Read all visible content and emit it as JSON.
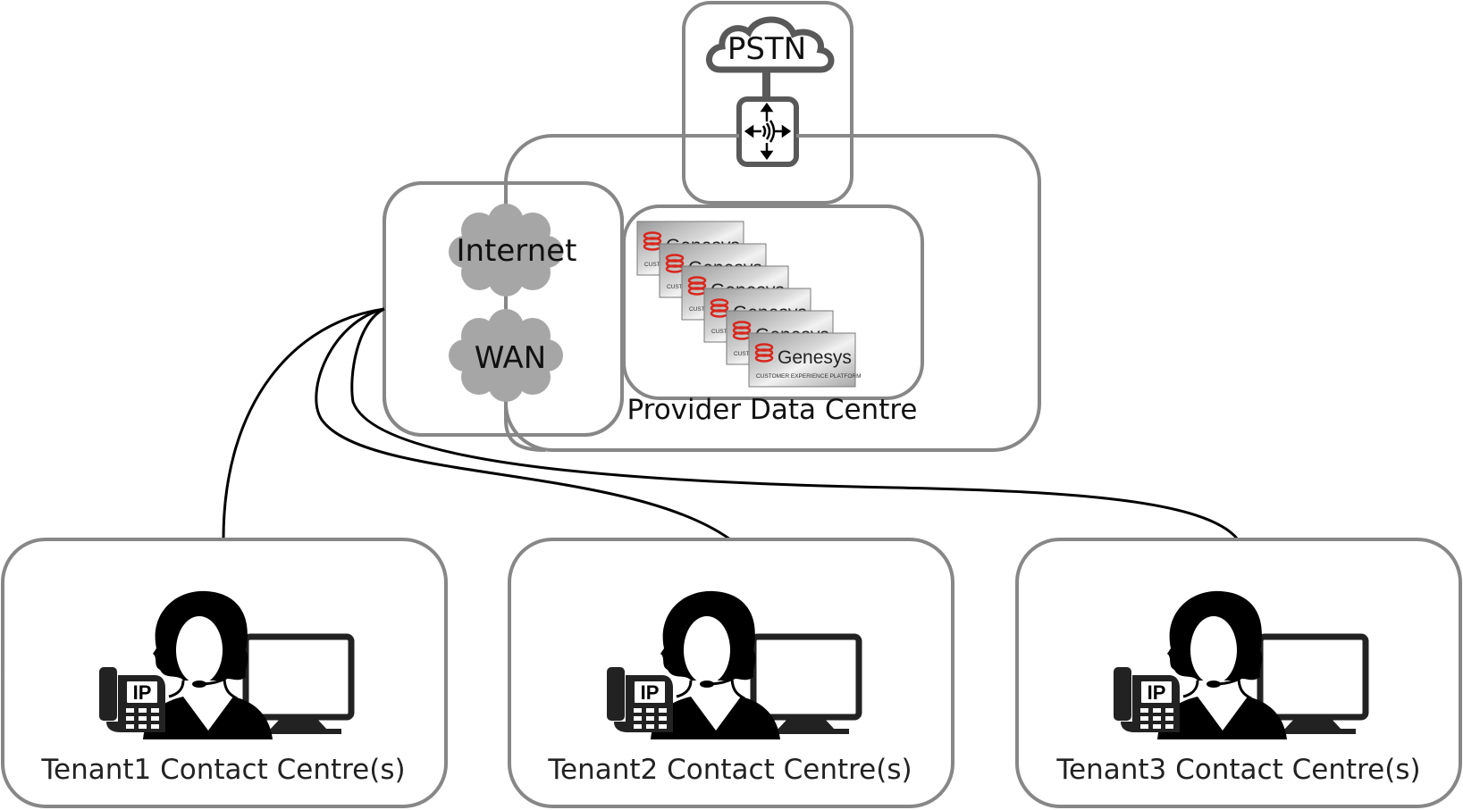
{
  "diagram": {
    "pstn": {
      "label": "PSTN",
      "gateway_icon": "media-gateway-icon"
    },
    "network": {
      "internet_label": "Internet",
      "wan_label": "WAN"
    },
    "provider": {
      "label": "Provider Data Centre",
      "platform_cards": [
        {
          "brand": "Genesys",
          "tagline": "CUSTOMER EXPERIENCE PLATFORM"
        },
        {
          "brand": "Genesys",
          "tagline": "CUSTOMER EXPERIENCE PLATFORM"
        },
        {
          "brand": "Genesys",
          "tagline": "CUSTOMER EXPERIENCE PLATFORM"
        },
        {
          "brand": "Genesys",
          "tagline": "CUSTOMER EXPERIENCE PLATFORM"
        },
        {
          "brand": "Genesys",
          "tagline": "CUSTOMER EXPERIENCE PLATFORM"
        },
        {
          "brand": "Genesys",
          "tagline": "CUSTOMER EXPERIENCE PLATFORM"
        }
      ]
    },
    "tenants": [
      {
        "label": "Tenant1 Contact Centre(s)",
        "phone_label": "IP"
      },
      {
        "label": "Tenant2 Contact Centre(s)",
        "phone_label": "IP"
      },
      {
        "label": "Tenant3 Contact Centre(s)",
        "phone_label": "IP"
      }
    ],
    "colors": {
      "box_stroke": "#878787",
      "cloud_fill": "#a6a6a6",
      "pstn_stroke": "#595959",
      "genesys_red": "#d9261c"
    }
  }
}
